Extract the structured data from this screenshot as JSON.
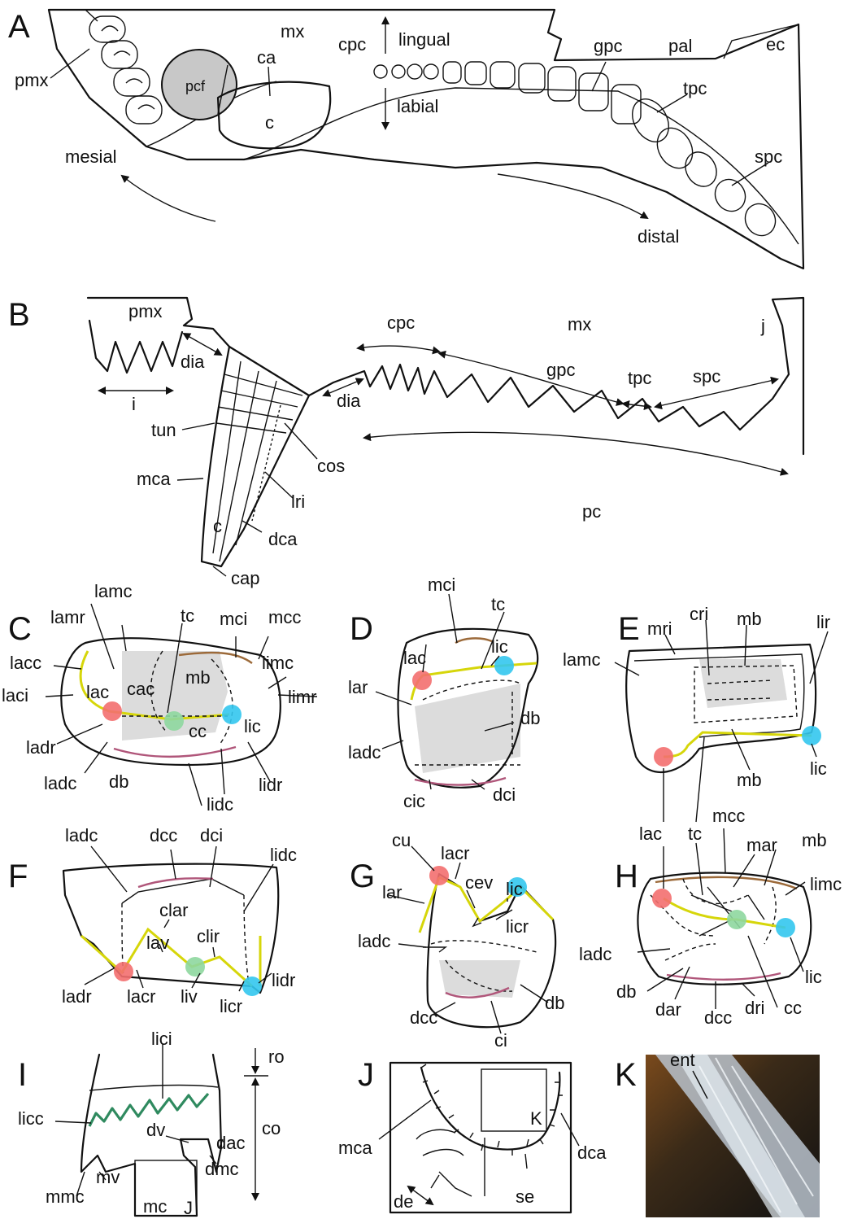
{
  "panels": {
    "A": {
      "letter": "A",
      "labels": {
        "pmx": "pmx",
        "mx": "mx",
        "ca": "ca",
        "pcf": "pcf",
        "c": "c",
        "cpc": "cpc",
        "lingual": "lingual",
        "labial": "labial",
        "gpc": "gpc",
        "pal": "pal",
        "ec": "ec",
        "tpc": "tpc",
        "spc": "spc",
        "mesial": "mesial",
        "distal": "distal"
      }
    },
    "B": {
      "letter": "B",
      "labels": {
        "pmx": "pmx",
        "dia1": "dia",
        "i": "i",
        "tun": "tun",
        "mca": "mca",
        "c": "c",
        "cap": "cap",
        "cos": "cos",
        "lri": "lri",
        "dca": "dca",
        "dia2": "dia",
        "cpc": "cpc",
        "mx": "mx",
        "gpc": "gpc",
        "tpc": "tpc",
        "spc": "spc",
        "j": "j",
        "pc": "pc"
      }
    },
    "C": {
      "letter": "C",
      "labels": {
        "lamc": "lamc",
        "lamr": "lamr",
        "lacc": "lacc",
        "laci": "laci",
        "lac": "lac",
        "cac": "cac",
        "tc": "tc",
        "mci": "mci",
        "mcc": "mcc",
        "limc": "limc",
        "mb": "mb",
        "limr": "limr",
        "cc": "cc",
        "lic": "lic",
        "ladr": "ladr",
        "ladc": "ladc",
        "db": "db",
        "lidc": "lidc",
        "lidr": "lidr"
      }
    },
    "D": {
      "letter": "D",
      "labels": {
        "mci": "mci",
        "tc": "tc",
        "lac": "lac",
        "lic": "lic",
        "lar": "lar",
        "db": "db",
        "ladc": "ladc",
        "cic": "cic",
        "dci": "dci"
      }
    },
    "E": {
      "letter": "E",
      "labels": {
        "mri": "mri",
        "cri": "cri",
        "mb1": "mb",
        "lir": "lir",
        "lamc": "lamc",
        "lic": "lic",
        "mb2": "mb",
        "lac": "lac",
        "tc": "tc"
      }
    },
    "F": {
      "letter": "F",
      "labels": {
        "ladc": "ladc",
        "dcc": "dcc",
        "dci": "dci",
        "lidc": "lidc",
        "clar": "clar",
        "lav": "lav",
        "clir": "clir",
        "ladr": "ladr",
        "lacr": "lacr",
        "liv": "liv",
        "licr": "licr",
        "lidr": "lidr"
      }
    },
    "G": {
      "letter": "G",
      "labels": {
        "cu": "cu",
        "lacr": "lacr",
        "lar": "lar",
        "cev": "cev",
        "lic": "lic",
        "licr": "licr",
        "ladc": "ladc",
        "db": "db",
        "dcc": "dcc",
        "ci": "ci"
      }
    },
    "H": {
      "letter": "H",
      "labels": {
        "mcc": "mcc",
        "mar": "mar",
        "mb": "mb",
        "limc": "limc",
        "lac": "lac",
        "tc": "tc",
        "ladc": "ladc",
        "lic": "lic",
        "db": "db",
        "dar": "dar",
        "dcc": "dcc",
        "dri": "dri",
        "cc": "cc"
      }
    },
    "I": {
      "letter": "I",
      "labels": {
        "lici": "lici",
        "ro": "ro",
        "licc": "licc",
        "co": "co",
        "dv": "dv",
        "dac": "dac",
        "dmc": "dmc",
        "mv": "mv",
        "mmc": "mmc",
        "mc": "mc",
        "J": "J"
      }
    },
    "J": {
      "letter": "J",
      "labels": {
        "K": "K",
        "mca": "mca",
        "dca": "dca",
        "se": "se",
        "de": "de"
      }
    },
    "K": {
      "letter": "K",
      "labels": {
        "ent": "ent"
      }
    }
  },
  "colors": {
    "labial_cusp": "#f36f6f",
    "lingual_cusp": "#33c6ee",
    "central_cusp": "#8ed79f",
    "crest": "#d6d60a",
    "mesial_crenulation": "#9c6a3a",
    "distal_crenulation": "#b0567a",
    "crenulation": "#2f8a5f",
    "basin": "#dcdcdc"
  }
}
